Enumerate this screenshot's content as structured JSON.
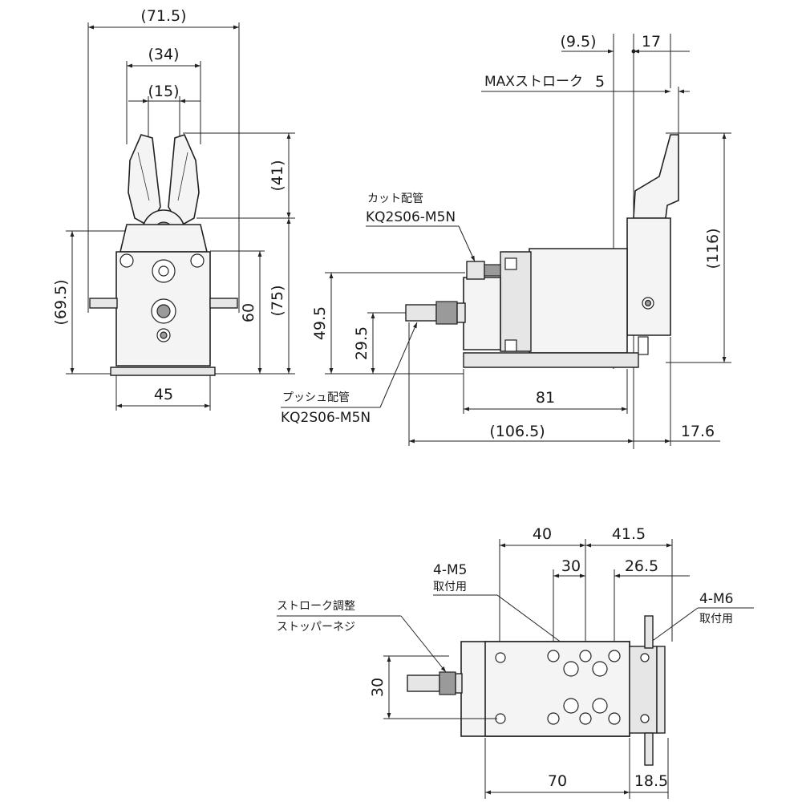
{
  "front_view": {
    "dim_width_total": "(71.5)",
    "dim_width_blades": "(34)",
    "dim_width_tip": "(15)",
    "dim_blade_height": "(41)",
    "dim_height_total": "(69.5)",
    "dim_height_60": "60",
    "dim_height_75": "(75)",
    "dim_base_width": "45"
  },
  "side_view": {
    "dim_top_left": "(9.5)",
    "dim_top_right": "17",
    "max_stroke_label": "MAXストローク",
    "max_stroke_value": "5",
    "cut_pipe_label": "カット配管",
    "cut_pipe_part": "KQ2S06-M5N",
    "push_pipe_label": "プッシュ配管",
    "push_pipe_part": "KQ2S06-M5N",
    "dim_height_49_5": "49.5",
    "dim_height_29_5": "29.5",
    "dim_length_81": "81",
    "dim_length_106_5": "(106.5)",
    "dim_length_17_6": "17.6",
    "dim_height_116": "(116)"
  },
  "bottom_view": {
    "dim_40": "40",
    "dim_41_5": "41.5",
    "dim_30_top": "30",
    "dim_26_5": "26.5",
    "m5_label": "4-M5",
    "m5_sub": "取付用",
    "m6_label": "4-M6",
    "m6_sub": "取付用",
    "stopper_label_1": "ストローク調整",
    "stopper_label_2": "ストッパーネジ",
    "dim_30_side": "30",
    "dim_70": "70",
    "dim_18_5": "18.5"
  }
}
